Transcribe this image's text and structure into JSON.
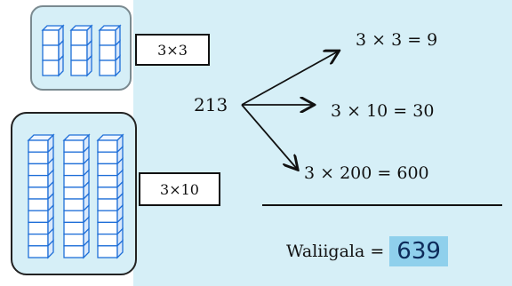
{
  "blocks": {
    "small_label": "3×3",
    "large_label": "3×10"
  },
  "expansion": {
    "number": "213",
    "equations": [
      "3 × 3 = 9",
      "3 × 10 = 30",
      "3 × 200 = 600"
    ]
  },
  "result": {
    "label": "Waliigala =",
    "value": "639"
  },
  "colors": {
    "panel": "#d6eff7",
    "cube_face": "#ffffff",
    "cube_edge": "#1f6fd8",
    "answer_highlight": "#8fd0ec"
  }
}
